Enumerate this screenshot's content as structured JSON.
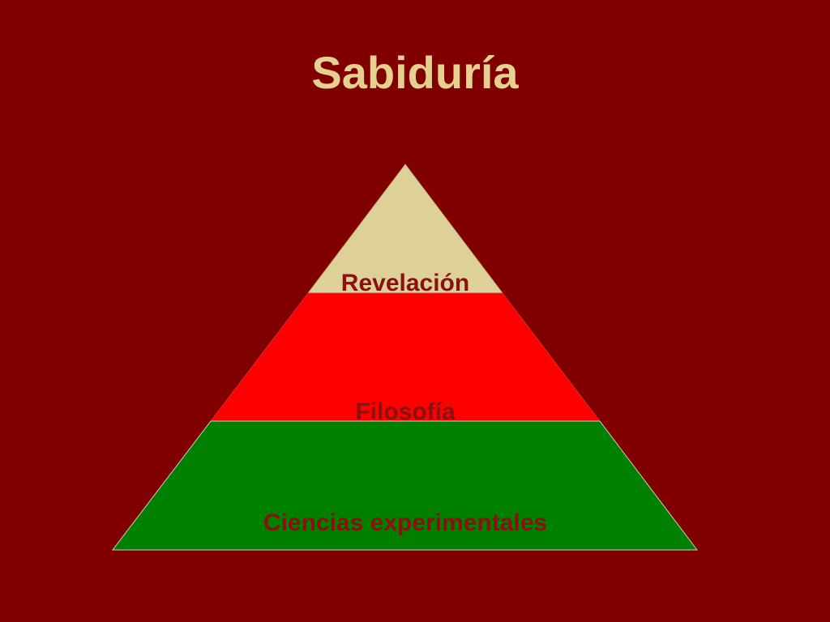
{
  "slide": {
    "title": "Sabiduría",
    "background_color": "#800000",
    "title_color": "#E6D08F"
  },
  "pyramid": {
    "label_color": "#8B1010",
    "levels": [
      {
        "label": "Revelación",
        "fill": "#DDD199"
      },
      {
        "label": "Filosofía",
        "fill": "#FF0000"
      },
      {
        "label": "Ciencias experimentales",
        "fill": "#008000"
      }
    ]
  }
}
